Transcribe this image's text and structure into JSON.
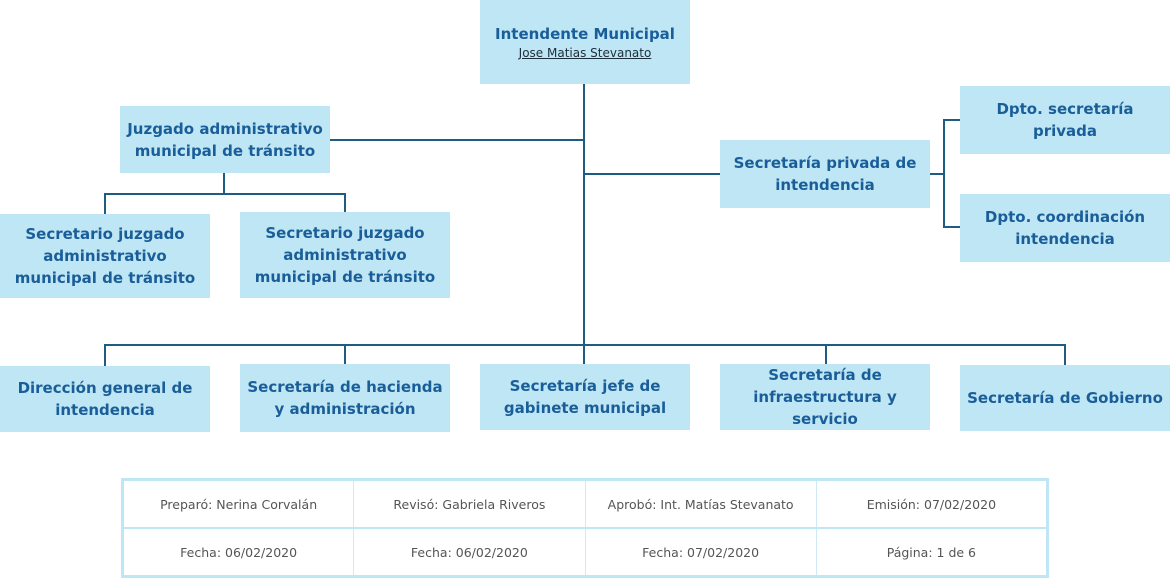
{
  "org": {
    "top": {
      "title": "Intendente Municipal",
      "name": "Jose Matias Stevanato"
    },
    "juzgado": "Juzgado administrativo municipal de tránsito",
    "sec_juz_1": "Secretario juzgado administrativo municipal de tránsito",
    "sec_juz_2": "Secretario juzgado administrativo municipal de tránsito",
    "privada": "Secretaría privada de intendencia",
    "dpto_sec": "Dpto. secretaría privada",
    "dpto_coord": "Dpto. coordinación intendencia",
    "bottom": [
      "Dirección general de intendencia",
      "Secretaría de hacienda y administración",
      "Secretaría jefe de gabinete municipal",
      "Secretaría de infraestructura y servicio",
      "Secretaría de Gobierno"
    ]
  },
  "footer": {
    "row1": [
      "Preparó: Nerina Corvalán",
      "Revisó: Gabriela Riveros",
      "Aprobó: Int. Matías Stevanato",
      "Emisión: 07/02/2020"
    ],
    "row2": [
      "Fecha: 06/02/2020",
      "Fecha: 06/02/2020",
      "Fecha: 07/02/2020",
      "Página: 1 de 6"
    ]
  }
}
